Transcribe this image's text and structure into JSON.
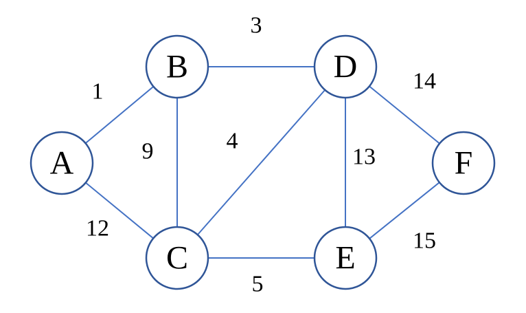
{
  "graph": {
    "nodes": [
      {
        "id": "A",
        "label": "A"
      },
      {
        "id": "B",
        "label": "B"
      },
      {
        "id": "C",
        "label": "C"
      },
      {
        "id": "D",
        "label": "D"
      },
      {
        "id": "E",
        "label": "E"
      },
      {
        "id": "F",
        "label": "F"
      }
    ],
    "edges": [
      {
        "from": "A",
        "to": "B",
        "weight": "1"
      },
      {
        "from": "A",
        "to": "C",
        "weight": "12"
      },
      {
        "from": "B",
        "to": "C",
        "weight": "9"
      },
      {
        "from": "B",
        "to": "D",
        "weight": "3"
      },
      {
        "from": "C",
        "to": "D",
        "weight": "4"
      },
      {
        "from": "C",
        "to": "E",
        "weight": "5"
      },
      {
        "from": "D",
        "to": "E",
        "weight": "13"
      },
      {
        "from": "D",
        "to": "F",
        "weight": "14"
      },
      {
        "from": "E",
        "to": "F",
        "weight": "15"
      }
    ],
    "colors": {
      "edge": "#4472c4",
      "node_border": "#2f5597",
      "node_fill": "#ffffff",
      "text": "#000000"
    }
  }
}
